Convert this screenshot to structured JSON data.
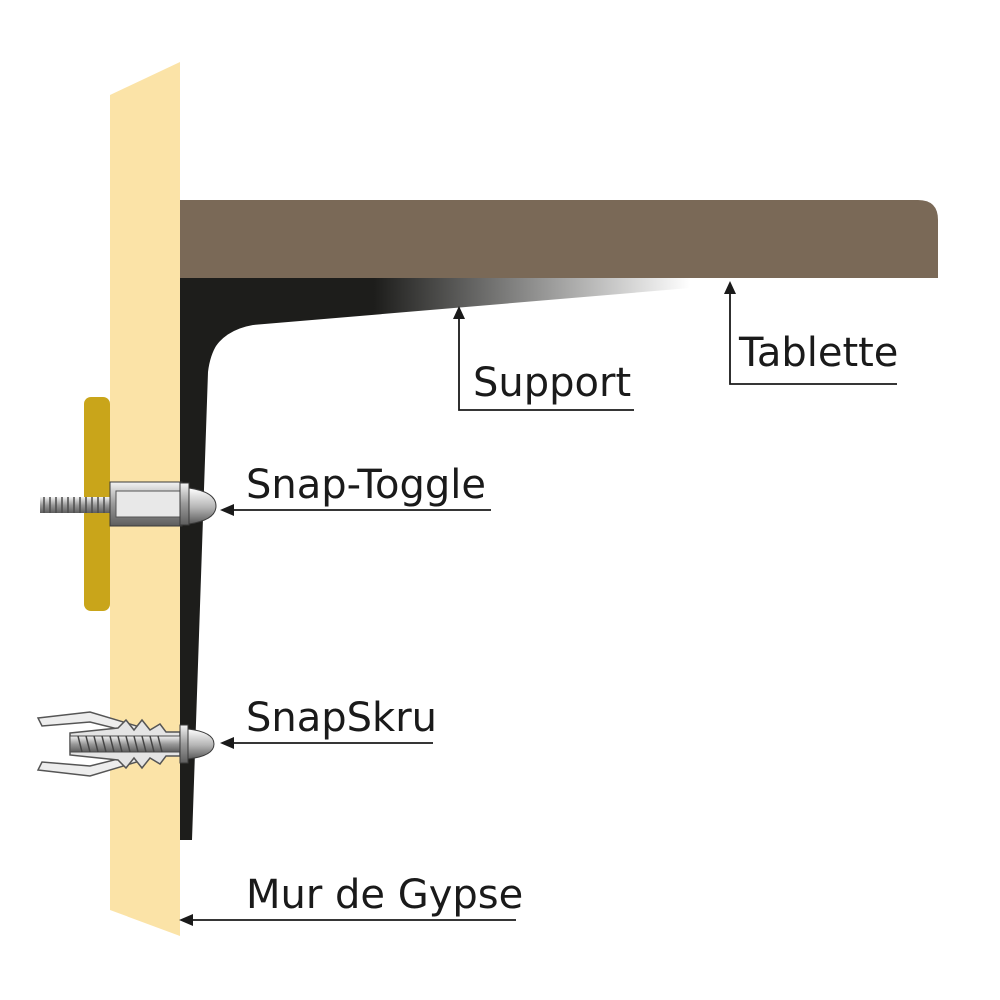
{
  "labels": {
    "shelf": "Tablette",
    "bracket": "Support",
    "snap_toggle": "Snap-Toggle",
    "snap_skru": "SnapSkru",
    "drywall": "Mur de Gypse"
  },
  "colors": {
    "drywall": "#fbe3a7",
    "shelf": "#7a6957",
    "bracket": "#1d1d1b",
    "toggle_channel": "#c9a51a",
    "hardware": "#b9b9b9",
    "callout_line": "#1a1a1a"
  }
}
